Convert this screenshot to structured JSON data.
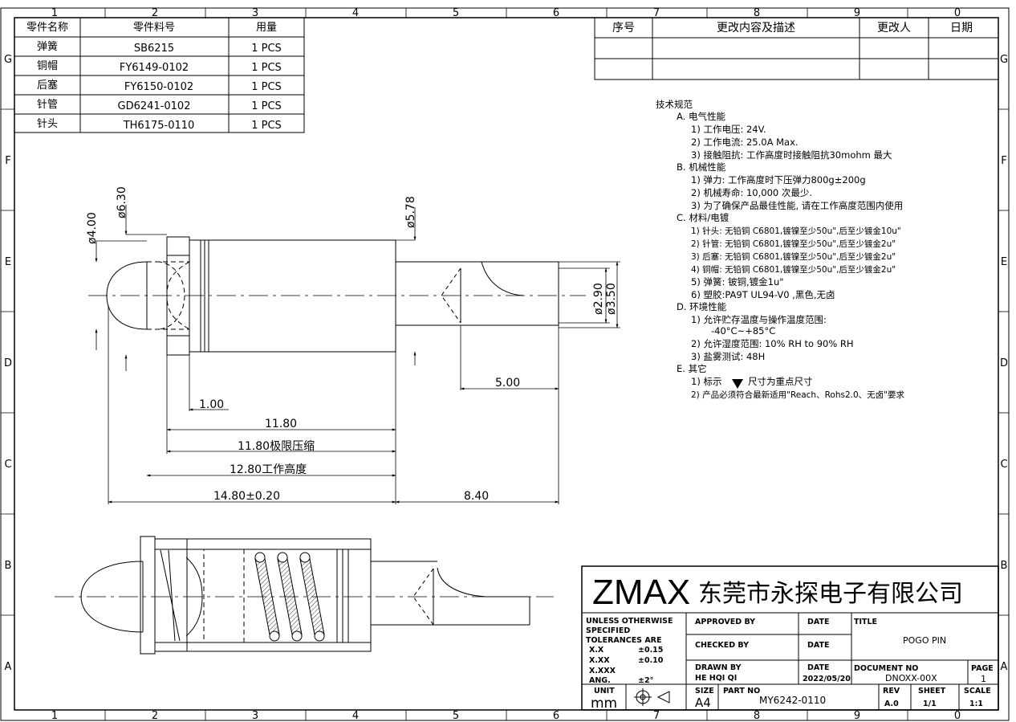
{
  "frame": {
    "col_labels": [
      "1",
      "2",
      "3",
      "4",
      "5",
      "6",
      "7",
      "8",
      "9",
      "0"
    ],
    "row_labels": [
      "G",
      "F",
      "E",
      "D",
      "C",
      "B",
      "A"
    ]
  },
  "parts": {
    "headers": [
      "零件名称",
      "零件料号",
      "用量"
    ],
    "rows": [
      [
        "弹簧",
        "SB6215",
        "1  PCS"
      ],
      [
        "铜帽",
        "FY6149-0102",
        "1  PCS"
      ],
      [
        "后塞",
        "FY6150-0102",
        "1  PCS"
      ],
      [
        "针管",
        "GD6241-0102",
        "1  PCS"
      ],
      [
        "针头",
        "TH6175-0110",
        "1  PCS"
      ]
    ]
  },
  "revision": {
    "headers": [
      "序号",
      "更改内容及描述",
      "更改人",
      "日期"
    ],
    "rows": [
      [
        "",
        "",
        "",
        ""
      ],
      [
        "",
        "",
        "",
        ""
      ]
    ]
  },
  "tech_spec": {
    "title": "技术规范",
    "lines": [
      "A.  电气性能",
      "1)  工作电压:  24V.",
      "2)  工作电流:  25.0A  Max.",
      "3)  接触阻抗:  工作高度时接触阻抗30mohm  最大",
      "B.  机械性能",
      "1)  弹力:  工作高度时下压弹力800g±200g",
      "2)  机械寿命:  10,000  次最少.",
      "3)  为了确保产品最佳性能, 请在工作高度范围内使用",
      "C.  材料/电镀",
      "1)  针头:  无铅铜 C6801,镀镍至少50u\",后至少镀金10u\"",
      "2)  针管:  无铅铜 C6801,镀镍至少50u\",后至少镀金2u\"",
      "3)  后塞:  无铅铜 C6801,镀镍至少50u\",后至少镀金2u\"",
      "4)  铜帽:  无铅铜 C6801,镀镍至少50u\",后至少镀金2u\"",
      "5)  弹簧:  铍铜,镀金1u\"",
      "6)  塑胶:PA9T  UL94-V0  ,黑色,无卤",
      "D.  环境性能",
      "1)  允许贮存温度与操作温度范围:",
      "-40°C~+85°C",
      "2)  允许湿度范围:  10%  RH  to  90%  RH",
      "3)  盐雾测试:  48H",
      "E.  其它",
      "1)  标示",
      "尺寸为重点尺寸",
      "2)  产品必须符合最新适用\"Reach、Rohs2.0、无卤\"要求"
    ]
  },
  "dims": {
    "d400": "ø4.00",
    "d630": "ø6.30",
    "d578": "ø5.78",
    "d290": "ø2.90",
    "d350": "ø3.50",
    "l500": "5.00",
    "l100": "1.00",
    "l1180": "11.80",
    "l1180c": "11.80极限压缩",
    "l1280": "12.80工作高度",
    "l1480": "14.80±0.20",
    "l840": "8.40"
  },
  "title_block": {
    "brand": "ZMAX",
    "company": "东莞市永探电子有限公司",
    "unless": "UNLESS  OTHERWISE",
    "specified": "SPECIFIED",
    "tol_are": "TOLERANCES  ARE",
    "tol_x": "X.X",
    "tol_x_v": "±0.15",
    "tol_xx": "X.XX",
    "tol_xx_v": "±0.10",
    "tol_xxx": "X.XXX",
    "tol_ang": "ANG.",
    "tol_ang_v": "±2°",
    "approved_by": "APPROVED  BY",
    "checked_by": "CHECKED  BY",
    "drawn_by": "DRAWN  BY",
    "drawn_name": "HE  HQI  QI",
    "date_label": "DATE",
    "date_value": "2022/05/20",
    "title_label": "TITLE",
    "title_value": "POGO  PIN",
    "doc_no_label": "DOCUMENT  NO",
    "doc_no_value": "DNOXX-00X",
    "page_label": "PAGE",
    "page_value": "1",
    "unit_label": "UNIT",
    "unit_value": "mm",
    "size_label": "SIZE",
    "size_value": "A4",
    "part_no_label": "PART  NO",
    "part_no_value": "MY6242-0110",
    "rev_label": "REV",
    "rev_value": "A.0",
    "sheet_label": "SHEET",
    "sheet_value": "1/1",
    "scale_label": "SCALE",
    "scale_value": "1:1"
  }
}
